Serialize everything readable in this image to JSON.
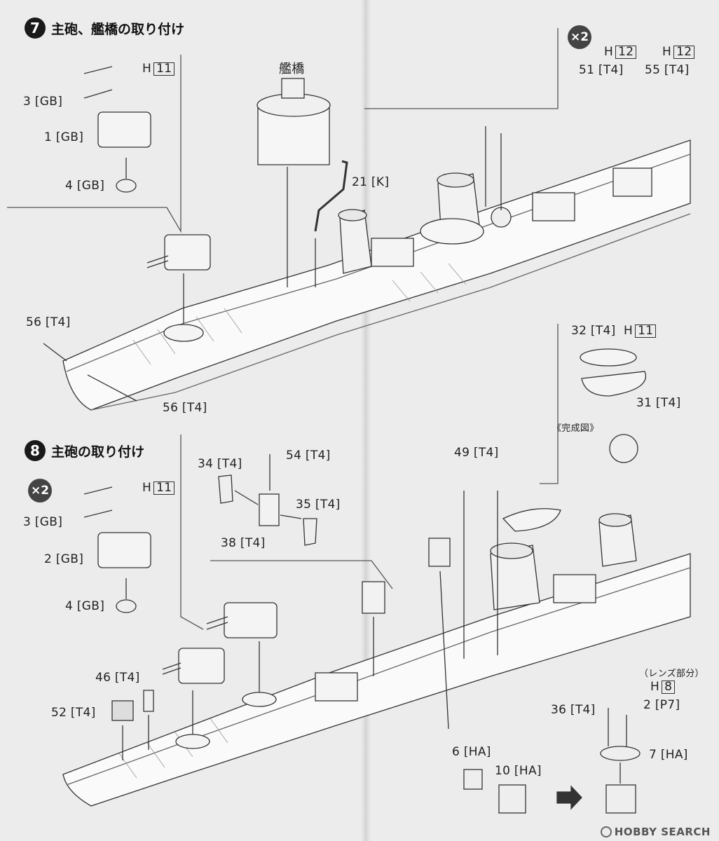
{
  "step7": {
    "number": "7",
    "title": "主砲、艦橋の取り付け",
    "bridge_label": "艦橋",
    "parts": {
      "p3gb": "3 [GB]",
      "p1gb": "1 [GB]",
      "p4gb": "4 [GB]",
      "h11": "11",
      "h_letter": "H",
      "p21k": "21 [K]",
      "p56t4_a": "56 [T4]",
      "p56t4_b": "56 [T4]",
      "x2": "×2",
      "h12a": "12",
      "h12b": "12",
      "p51t4": "51 [T4]",
      "p55t4": "55 [T4]",
      "p32t4": "32 [T4]",
      "h11b": "11",
      "p31t4": "31 [T4]",
      "finished": "《完成図》"
    }
  },
  "step8": {
    "number": "8",
    "title": "主砲の取り付け",
    "parts": {
      "x2": "×2",
      "h11": "11",
      "p3gb": "3 [GB]",
      "p2gb": "2 [GB]",
      "p4gb": "4 [GB]",
      "p34t4": "34 [T4]",
      "p54t4": "54 [T4]",
      "p35t4": "35 [T4]",
      "p38t4": "38 [T4]",
      "p49t4": "49 [T4]",
      "p46t4": "46 [T4]",
      "p52t4": "52 [T4]",
      "lens": "（レンズ部分）",
      "h8": "8",
      "p2p7": "2 [P7]",
      "p36t4": "36 [T4]",
      "p7ha": "7 [HA]",
      "p6ha": "6 [HA]",
      "p10ha": "10 [HA]"
    }
  },
  "watermark": "HOBBY SEARCH"
}
